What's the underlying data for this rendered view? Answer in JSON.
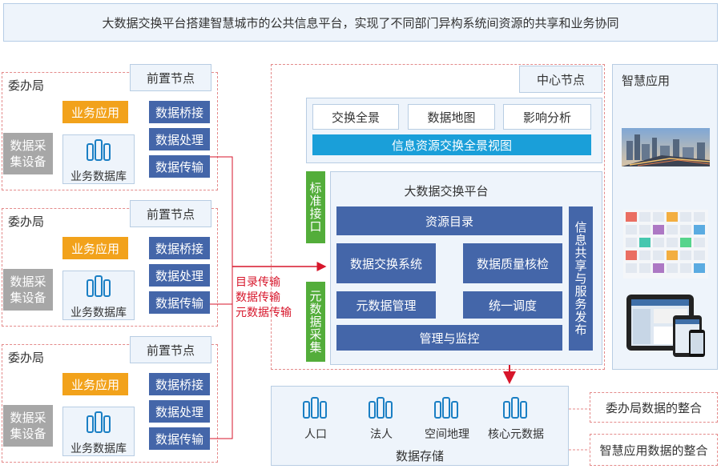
{
  "header": {
    "title": "大数据交换平台搭建智慧城市的公共信息平台，实现了不同部门异构系统间资源的共享和业务协同"
  },
  "committees": [
    {
      "name": "委办局",
      "front_node": "前置节点",
      "app": "业务应用",
      "collect": "数据采集设备",
      "db": "业务数据库",
      "bridge": "数据桥接",
      "process": "数据处理",
      "transfer": "数据传输"
    },
    {
      "name": "委办局",
      "front_node": "前置节点",
      "app": "业务应用",
      "collect": "数据采集设备",
      "db": "业务数据库",
      "bridge": "数据桥接",
      "process": "数据处理",
      "transfer": "数据传输"
    },
    {
      "name": "委办局",
      "front_node": "前置节点",
      "app": "业务应用",
      "collect": "数据采集设备",
      "db": "业务数据库",
      "bridge": "数据桥接",
      "process": "数据处理",
      "transfer": "数据传输"
    }
  ],
  "transmission": {
    "line1": "目录传输",
    "line2": "数据传输",
    "line3": "元数据传输"
  },
  "center": {
    "label": "中心节点",
    "views": {
      "exchange": "交换全景",
      "map": "数据地图",
      "impact": "影响分析",
      "panorama": "信息资源交换全景视图"
    },
    "standard_interface": "标准接口",
    "metadata_collect": "元数据采集",
    "platform": {
      "title": "大数据交换平台",
      "catalog": "资源目录",
      "exchange_system": "数据交换系统",
      "quality": "数据质量核检",
      "metadata_mgmt": "元数据管理",
      "schedule": "统一调度",
      "monitor": "管理与监控",
      "share_service": "信息共享与服务发布"
    }
  },
  "storage": {
    "title": "数据存储",
    "items": [
      "人口",
      "法人",
      "空间地理",
      "核心元数据"
    ]
  },
  "smart_app": {
    "title": "智慧应用"
  },
  "notes": {
    "integration1": "委办局数据的整合",
    "integration2": "智慧应用数据的整合"
  },
  "colors": {
    "blue": "#4466a9",
    "cyan": "#1a9fd9",
    "orange": "#f2a21b",
    "gray": "#a7a7a7",
    "green": "#53ad3a",
    "red": "#d7162b"
  }
}
